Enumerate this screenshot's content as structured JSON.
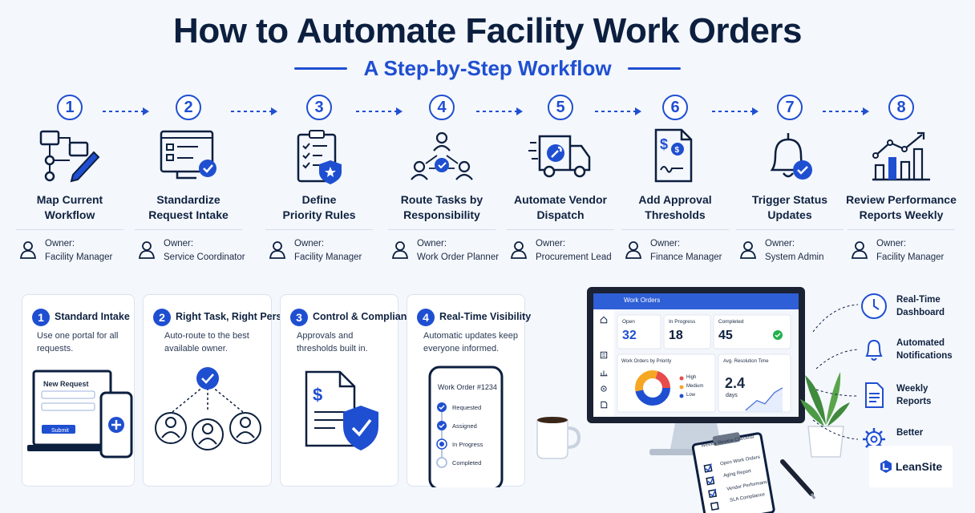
{
  "title": "How to Automate Facility Work Orders",
  "subtitle": "A Step-by-Step Workflow",
  "owner_key": "Owner:",
  "steps": [
    {
      "num": "1",
      "label_1": "Map Current",
      "label_2": "Workflow",
      "owner": "Facility Manager",
      "icon": "flowchart-pencil-icon"
    },
    {
      "num": "2",
      "label_1": "Standardize",
      "label_2": "Request Intake",
      "owner": "Service Coordinator",
      "icon": "form-check-icon"
    },
    {
      "num": "3",
      "label_1": "Define",
      "label_2": "Priority Rules",
      "owner": "Facility Manager",
      "icon": "clipboard-star-icon"
    },
    {
      "num": "4",
      "label_1": "Route Tasks by",
      "label_2": "Responsibility",
      "owner": "Work Order Planner",
      "icon": "people-route-icon"
    },
    {
      "num": "5",
      "label_1": "Automate Vendor",
      "label_2": "Dispatch",
      "owner": "Procurement Lead",
      "icon": "truck-wrench-icon"
    },
    {
      "num": "6",
      "label_1": "Add Approval",
      "label_2": "Thresholds",
      "owner": "Finance Manager",
      "icon": "document-dollar-icon"
    },
    {
      "num": "7",
      "label_1": "Trigger Status",
      "label_2": "Updates",
      "owner": "System Admin",
      "icon": "bell-check-icon"
    },
    {
      "num": "8",
      "label_1": "Review Performance",
      "label_2": "Reports Weekly",
      "owner": "Facility Manager",
      "icon": "bar-chart-trend-icon"
    }
  ],
  "cards": [
    {
      "num": "1",
      "title": "Standard Intake",
      "desc": "Use one portal for all requests.",
      "form_title": "New Request",
      "submit": "Submit"
    },
    {
      "num": "2",
      "title": "Right Task, Right Person",
      "desc": "Auto-route to the best available owner."
    },
    {
      "num": "3",
      "title": "Control & Compliance",
      "desc": "Approvals and thresholds built in."
    },
    {
      "num": "4",
      "title": "Real-Time Visibility",
      "desc": "Automatic updates keep everyone informed.",
      "phone_title": "Work Order #1234",
      "statuses": [
        "Requested",
        "Assigned",
        "In Progress",
        "Completed"
      ]
    }
  ],
  "dashboard": {
    "header": "Work Orders",
    "stats": [
      {
        "label": "Open",
        "value": "32"
      },
      {
        "label": "In Progress",
        "value": "18"
      },
      {
        "label": "Completed",
        "value": "45"
      }
    ],
    "priority_title": "Work Orders by Priority",
    "priority_legend": [
      "High",
      "Medium",
      "Low"
    ],
    "resolution_title": "Avg. Resolution Time",
    "resolution_value": "2.4",
    "resolution_unit": "days"
  },
  "checklist": {
    "title": "Weekly Review Checklist",
    "items": [
      "Open Work Orders",
      "Aging Report",
      "Vendor Performance",
      "SLA Compliance"
    ]
  },
  "features": [
    {
      "label_1": "Real-Time",
      "label_2": "Dashboard"
    },
    {
      "label_1": "Automated",
      "label_2": "Notifications"
    },
    {
      "label_1": "Weekly",
      "label_2": "Reports"
    },
    {
      "label_1": "Better",
      "label_2": ""
    }
  ],
  "logo": "LeanSite",
  "colors": {
    "accent": "#1f4fd1",
    "navy": "#0c1f3f",
    "background": "#f4f7fc"
  }
}
